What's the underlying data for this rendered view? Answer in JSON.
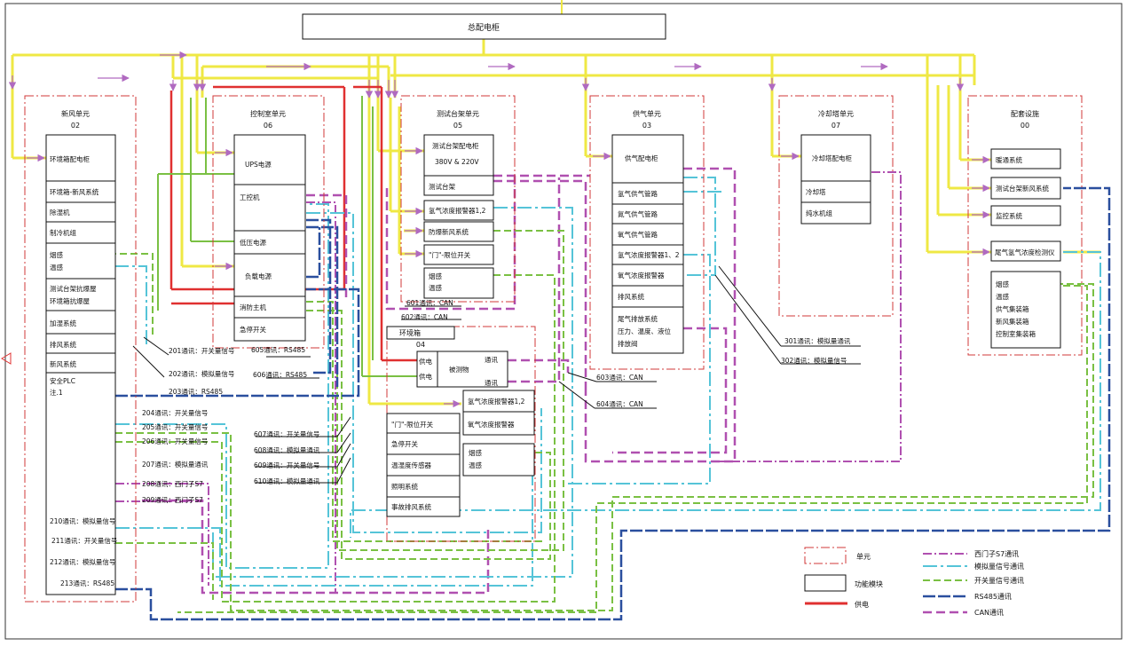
{
  "title": "总配电柜",
  "colors": {
    "power_yellow": "#EFE844",
    "arrow_purple": "#B06AC0",
    "power_red": "#E03030",
    "switch_green": "#7AC043",
    "analog_cyan": "#55C4D8",
    "rs485_blue": "#2A4F9E",
    "s7_magenta": "#B050B0",
    "unit_border": "#D03838"
  },
  "units": {
    "fresh": {
      "name": "新风单元",
      "code": "02"
    },
    "control": {
      "name": "控制室单元",
      "code": "06"
    },
    "bench": {
      "name": "测试台架单元",
      "code": "05"
    },
    "supply": {
      "name": "供气单元",
      "code": "03"
    },
    "cooling": {
      "name": "冷却塔单元",
      "code": "07"
    },
    "facility": {
      "name": "配套设施",
      "code": "00"
    },
    "env": {
      "name": "环境箱",
      "code": "04"
    }
  },
  "modules": {
    "fresh": [
      "环境箱配电柜",
      "环境箱-新风系统",
      "除湿机",
      "制冷机组",
      "烟感",
      "温感",
      "测试台架抗爆屋",
      "环境箱抗爆屋",
      "加湿系统",
      "排风系统",
      "新风系统",
      "安全PLC",
      "注.1"
    ],
    "control": [
      "UPS电源",
      "工控机",
      "低压电源",
      "负载电源",
      "消防主机",
      "急停开关"
    ],
    "bench": [
      "测试台架配电柜",
      "380V & 220V",
      "测试台架",
      "氢气浓度报警器1,2",
      "防爆新风系统",
      "\"门\"-限位开关",
      "烟感",
      "温感"
    ],
    "supply": [
      "供气配电柜",
      "氢气供气管路",
      "氮气供气管路",
      "氧气供气管路",
      "氢气浓度报警器1、2",
      "氧气浓度报警器",
      "排风系统",
      "尾气排放系统",
      "压力、温度、液位",
      "排放阀"
    ],
    "cooling": [
      "冷却塔配电柜",
      "冷却塔",
      "纯水机组"
    ],
    "facility": [
      "暖通系统",
      "测试台架新风系统",
      "监控系统",
      "尾气氢气浓度检测仪",
      "烟感",
      "温感",
      "供气集装箱",
      "新风集装箱",
      "控制室集装箱"
    ],
    "env": [
      "供电",
      "供电",
      "被测物",
      "通讯",
      "通讯",
      "氢气浓度报警器1,2",
      "氧气浓度报警器",
      "\"门\"-限位开关",
      "急停开关",
      "温湿度传感器",
      "照明系统",
      "事故排风系统",
      "烟感",
      "温感"
    ]
  },
  "comm_labels": {
    "l201": "201通讯：开关量信号",
    "l202": "202通讯：模拟量信号",
    "l203": "203通讯：RS485",
    "l204": "204通讯：开关量信号",
    "l205": "205通讯：开关量信号",
    "l206": "206通讯：开关量信号",
    "l207": "207通讯：模拟量通讯",
    "l208": "208通讯：西门子S7",
    "l209": "209通讯：西门子S7",
    "l210": "210通讯：模拟量信号",
    "l211": "211通讯：开关量信号",
    "l212": "212通讯：模拟量信号",
    "l213": "213通讯：RS485",
    "l605": "605通讯：RS485",
    "l606": "606通讯：RS485",
    "l607": "607通讯：开关量信号",
    "l608": "608通讯：模拟量通讯",
    "l609": "609通讯：开关量信号",
    "l610": "610通讯：模拟量通讯",
    "l601": "601通讯：CAN",
    "l602": "602通讯：CAN",
    "l603": "603通讯：CAN",
    "l604": "604通讯：CAN",
    "l301": "301通讯：模拟量通讯",
    "l302": "302通讯：模拟量信号"
  },
  "legend": {
    "unit": "单元",
    "module": "功能模块",
    "power": "供电",
    "s7": "西门子S7通讯",
    "analog": "模拟量信号通讯",
    "switch": "开关量信号通讯",
    "rs485": "RS485通讯",
    "can": "CAN通讯"
  }
}
